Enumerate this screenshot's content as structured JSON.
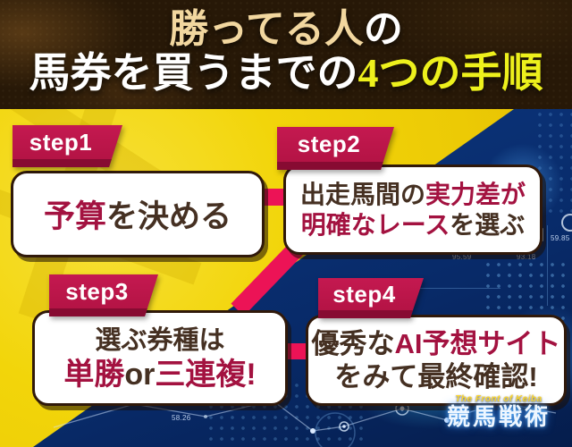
{
  "title": {
    "line1_highlight": "勝ってる人",
    "line1_rest": "の",
    "line2_plain": "馬券を買うまでの",
    "line2_highlight": "4つの手順"
  },
  "steps": [
    {
      "label": "step1",
      "lines": [
        {
          "segs": [
            "予算",
            "を決める"
          ]
        }
      ]
    },
    {
      "label": "step2",
      "lines": [
        {
          "segs": [
            "出走馬間の",
            "実力差が"
          ]
        },
        {
          "segs": [
            "明確なレース",
            "を選ぶ"
          ]
        }
      ]
    },
    {
      "label": "step3",
      "lines": [
        {
          "segs": [
            "選ぶ券種は"
          ]
        },
        {
          "segs": [
            "単勝",
            "or",
            "三連複!"
          ]
        }
      ]
    },
    {
      "label": "step4",
      "lines": [
        {
          "segs": [
            "優秀な",
            "AI予想サイト"
          ]
        },
        {
          "segs": [
            "をみて最終確認!"
          ]
        }
      ]
    }
  ],
  "background": {
    "ticker_values": [
      "59.85",
      "95.59",
      "93.18",
      "58.26"
    ]
  },
  "logo": {
    "tagline": "The Front of Keiba",
    "name": "競馬戦術"
  },
  "colors": {
    "banner_crimson": "#b01242",
    "banner_strip": "#870b32",
    "connector_pink": "#ec1356",
    "text_red": "#a31240",
    "text_dark": "#453022",
    "title_cream": "#f2d79f",
    "title_yellow": "#edf01c",
    "bg_yellow": "#f2d50a",
    "bg_blue": "#0b3379",
    "band_brown": "#271807"
  }
}
